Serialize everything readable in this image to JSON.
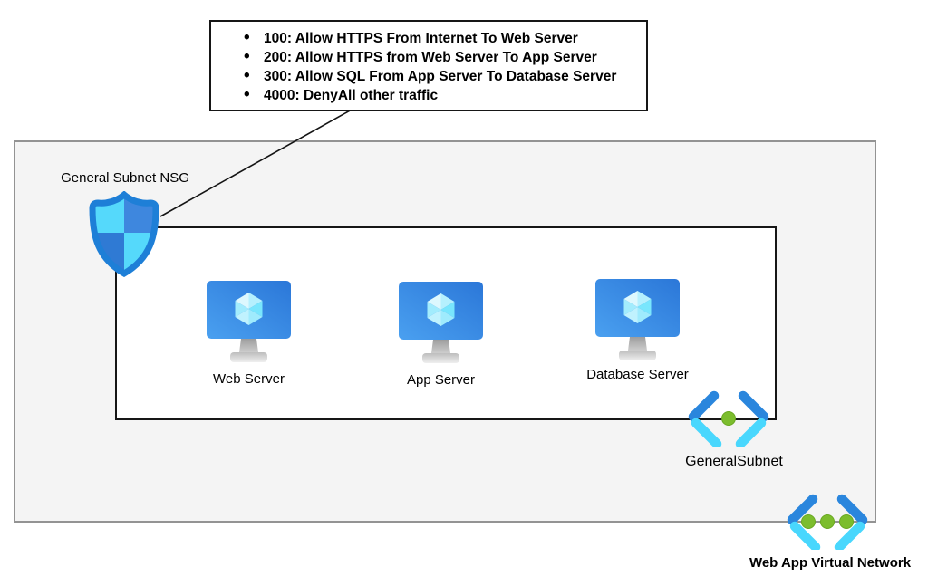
{
  "colors": {
    "outer_box_fill": "#f4f4f4",
    "outer_box_border": "#939393",
    "subnet_box_fill": "#ffffff",
    "box_border": "#161616",
    "shield_blue": "#1e7fd7",
    "shield_cyan": "#55d9fb",
    "shield_mid_blue": "#3e87de",
    "shield_dark_blue": "#2f7ad4",
    "bracket_blue": "#2a86dd",
    "bracket_cyan": "#49d7fd",
    "dot_green": "#7cbd2d"
  },
  "rules_box": {
    "items": [
      "100: Allow HTTPS From Internet To Web Server",
      "200: Allow HTTPS from Web Server To App Server",
      "300: Allow SQL From App Server To Database Server",
      "4000: DenyAll other traffic"
    ]
  },
  "nsg": {
    "label": "General Subnet NSG"
  },
  "servers": [
    {
      "label": "Web Server"
    },
    {
      "label": "App Server"
    },
    {
      "label": "Database Server"
    }
  ],
  "subnet": {
    "label": "GeneralSubnet"
  },
  "vnet": {
    "label": "Web App Virtual Network"
  }
}
